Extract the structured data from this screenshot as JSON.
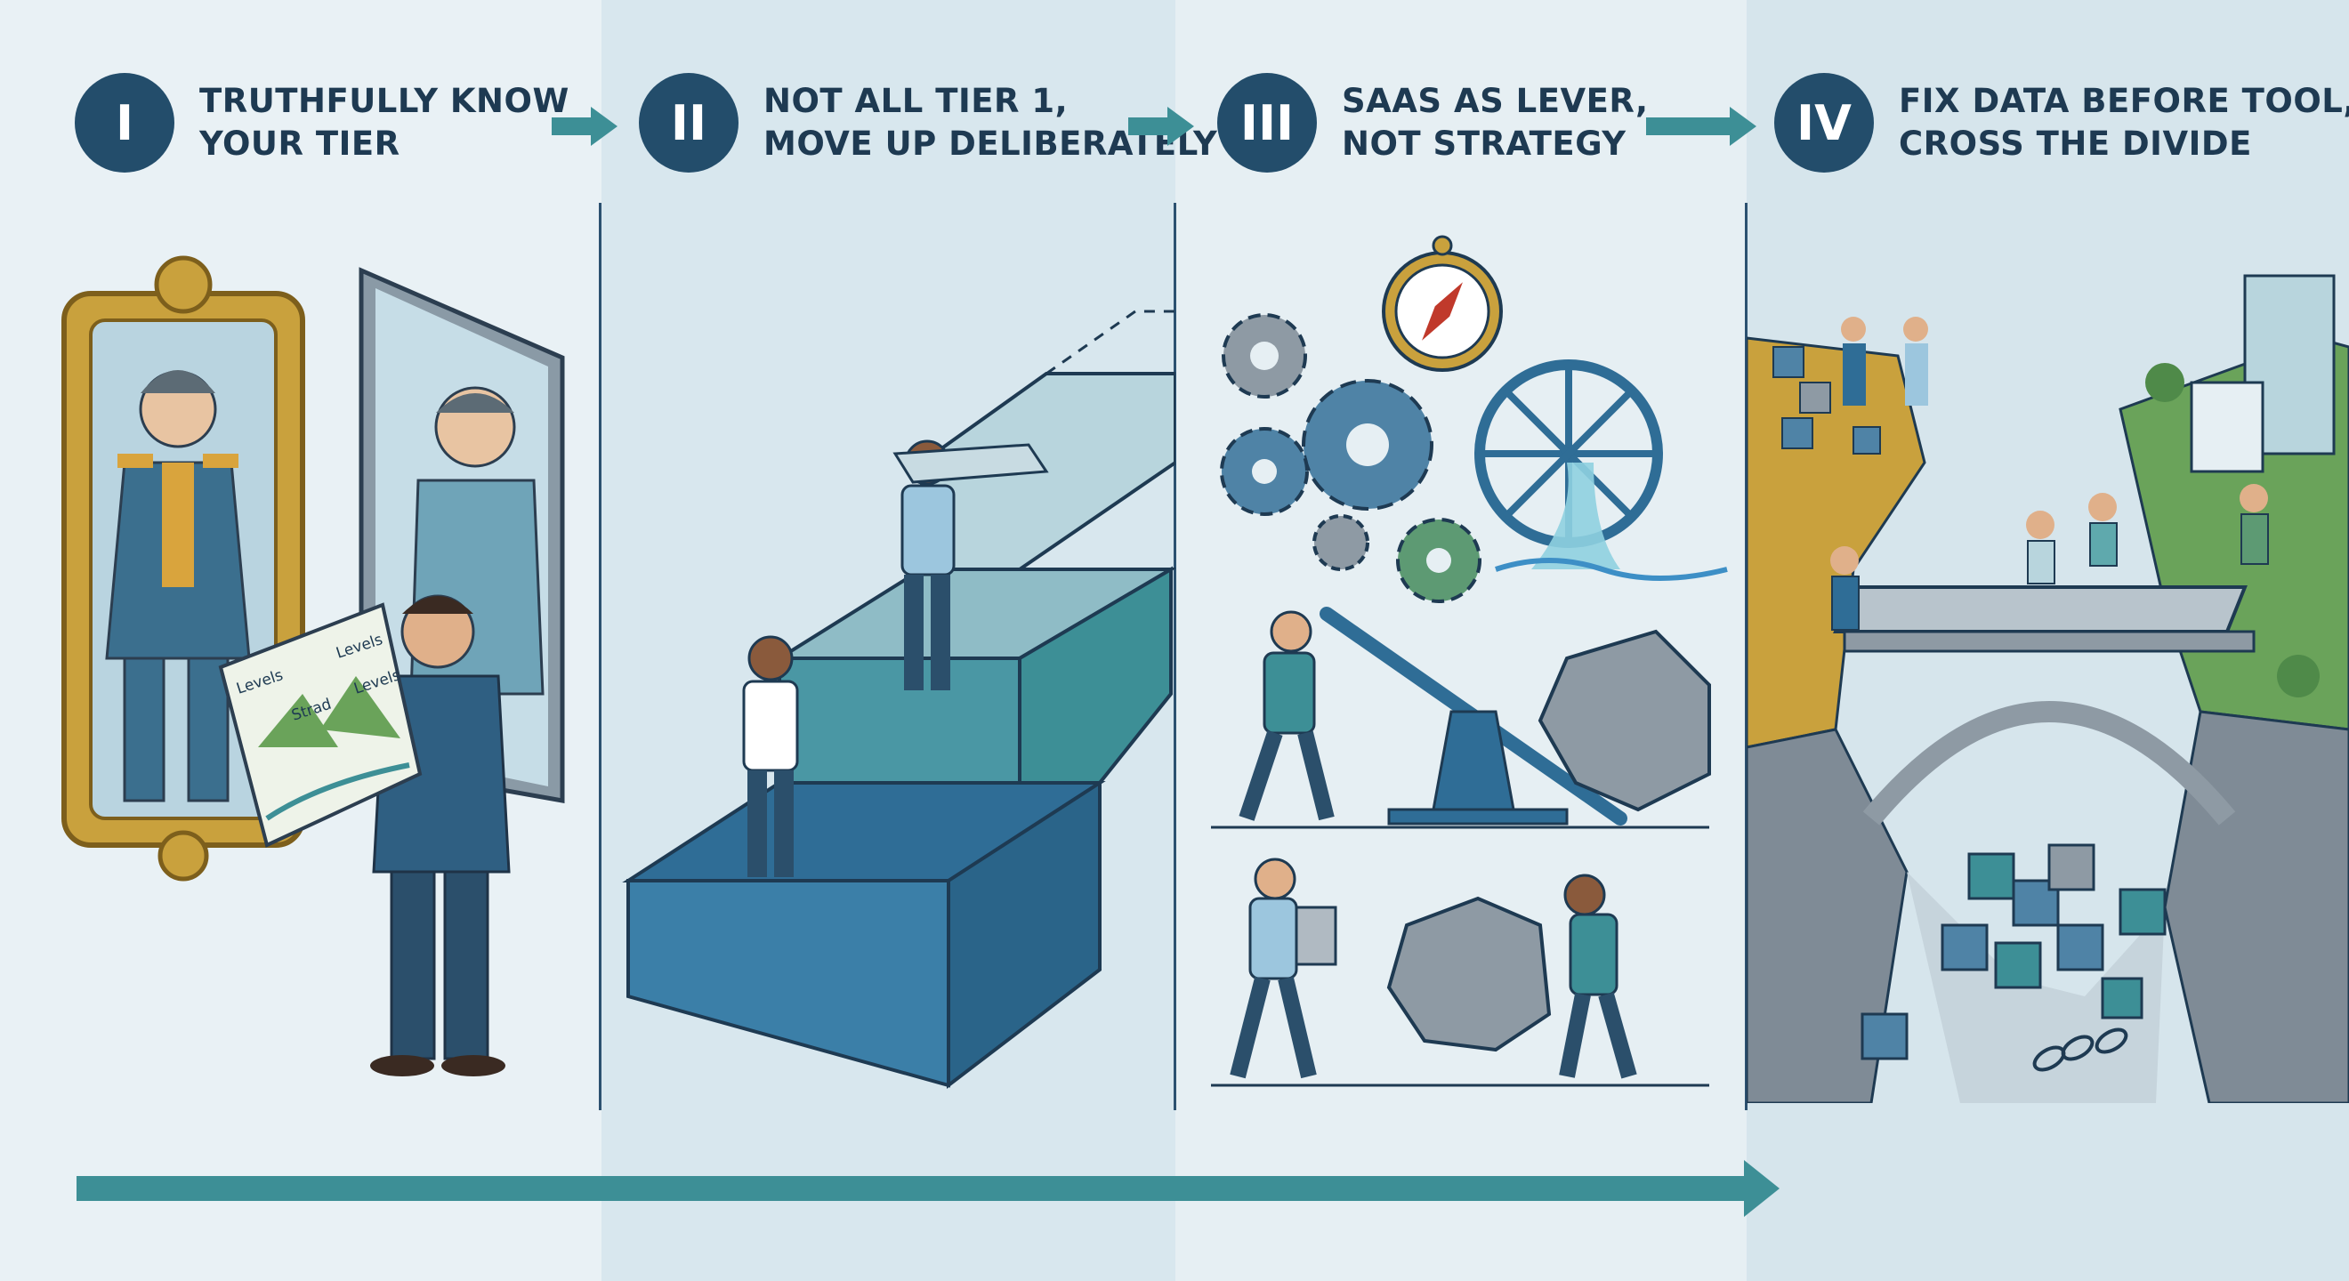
{
  "colors": {
    "primary_navy": "#234d6b",
    "teal": "#3d8f96",
    "teal_light": "#5fa9ad",
    "gold_frame": "#c9a13d",
    "panel_bg_light": "#e9f1f5",
    "panel_bg_blue": "#d8e7ee",
    "cliff_grey": "#7f8b96",
    "grass_green": "#6aa35a"
  },
  "steps": [
    {
      "numeral": "I",
      "title_line1": "TRUTHFULLY KNOW",
      "title_line2": "YOUR TIER",
      "illustration_icons": [
        "ornate-mirror-icon",
        "plain-mirror-icon",
        "map-icon",
        "businessman-icon"
      ],
      "map_labels": [
        "Levels",
        "Strad",
        "Levels",
        "Levels"
      ]
    },
    {
      "numeral": "II",
      "title_line1": "NOT ALL TIER 1,",
      "title_line2": "MOVE UP DELIBERATELY",
      "illustration_icons": [
        "staircase-icon",
        "person-standing-icon",
        "person-placing-block-icon"
      ]
    },
    {
      "numeral": "III",
      "title_line1": "SAAS AS LEVER,",
      "title_line2": "NOT STRATEGY",
      "illustration_icons": [
        "gears-icon",
        "compass-icon",
        "water-wheel-icon",
        "lever-icon",
        "boulder-icon",
        "box-icon"
      ]
    },
    {
      "numeral": "IV",
      "title_line1": "FIX DATA BEFORE TOOL,",
      "title_line2": "CROSS THE DIVIDE",
      "illustration_icons": [
        "cliff-icon",
        "bridge-icon",
        "building-icon",
        "data-cubes-icon",
        "broken-chain-icon"
      ]
    }
  ]
}
